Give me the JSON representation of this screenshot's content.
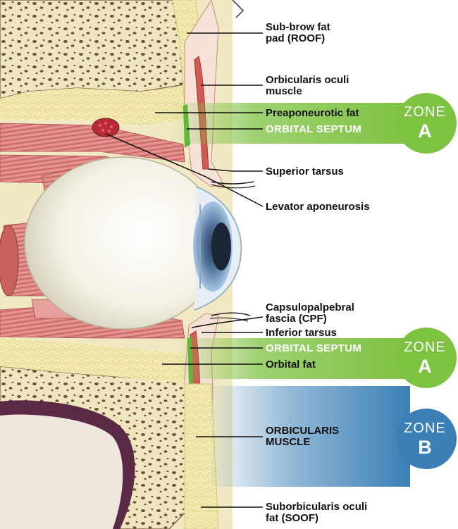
{
  "labels": {
    "sub_brow_fat_pad": [
      "Sub-brow fat",
      "pad (ROOF)"
    ],
    "orbicularis_oculi_muscle": [
      "Orbicularis oculi",
      "muscle"
    ],
    "preaponeurotic_fat": "Preaponeurotic fat",
    "orbital_septum_upper": "ORBITAL SEPTUM",
    "superior_tarsus": "Superior tarsus",
    "levator_aponeurosis": "Levator aponeurosis",
    "capsulopalpebral_fascia": [
      "Capsulopalpebral",
      "fascia (CPF)"
    ],
    "inferior_tarsus": "Inferior tarsus",
    "orbital_septum_lower": "ORBITAL SEPTUM",
    "orbital_fat": "Orbital fat",
    "orbicularis_muscle": [
      "ORBICULARIS",
      "MUSCLE"
    ],
    "soof": [
      "Suborbicularis oculi",
      "fat (SOOF)"
    ]
  },
  "zones": {
    "upper_a": {
      "word": "ZONE",
      "letter": "A"
    },
    "lower_a": {
      "word": "ZONE",
      "letter": "A"
    },
    "lower_b": {
      "word": "ZONE",
      "letter": "B"
    }
  },
  "colors": {
    "zone_a_green": "#7ec242",
    "zone_b_blue": "#3a7fb5",
    "bone": "#efe6bf",
    "bone_pore": "#7a5a3a",
    "muscle": "#d97a78",
    "fat": "#f3eab0",
    "iris": "#7fa9d0"
  }
}
